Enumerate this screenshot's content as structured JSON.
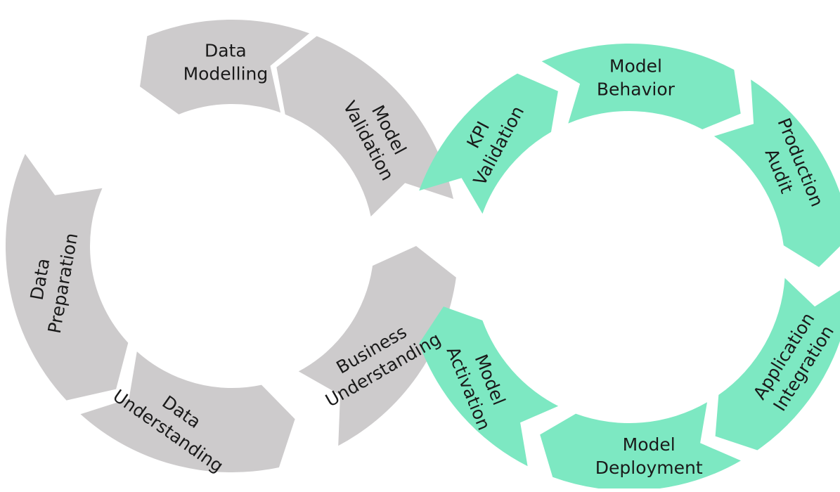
{
  "diagram": {
    "colors": {
      "data_science_loop": "#cdcbcc",
      "operations_loop": "#7de8c2",
      "text": "#1a1a1a"
    },
    "left_loop": {
      "segments": [
        {
          "id": "data-modelling",
          "lines": [
            "Data",
            "Modelling"
          ]
        },
        {
          "id": "model-validation",
          "lines": [
            "Model",
            "Validation"
          ]
        },
        {
          "id": "business-understanding",
          "lines": [
            "Business",
            "Understanding"
          ]
        },
        {
          "id": "data-understanding",
          "lines": [
            "Data",
            "Understanding"
          ]
        },
        {
          "id": "data-preparation",
          "lines": [
            "Data",
            "Preparation"
          ]
        }
      ]
    },
    "right_loop": {
      "segments": [
        {
          "id": "kpi-validation",
          "lines": [
            "KPI",
            "Validation"
          ]
        },
        {
          "id": "model-behavior",
          "lines": [
            "Model",
            "Behavior"
          ]
        },
        {
          "id": "production-audit",
          "lines": [
            "Production",
            "Audit"
          ]
        },
        {
          "id": "application-integration",
          "lines": [
            "Application",
            "Integration"
          ]
        },
        {
          "id": "model-deployment",
          "lines": [
            "Model",
            "Deployment"
          ]
        },
        {
          "id": "model-activation",
          "lines": [
            "Model",
            "Activation"
          ]
        }
      ]
    }
  }
}
